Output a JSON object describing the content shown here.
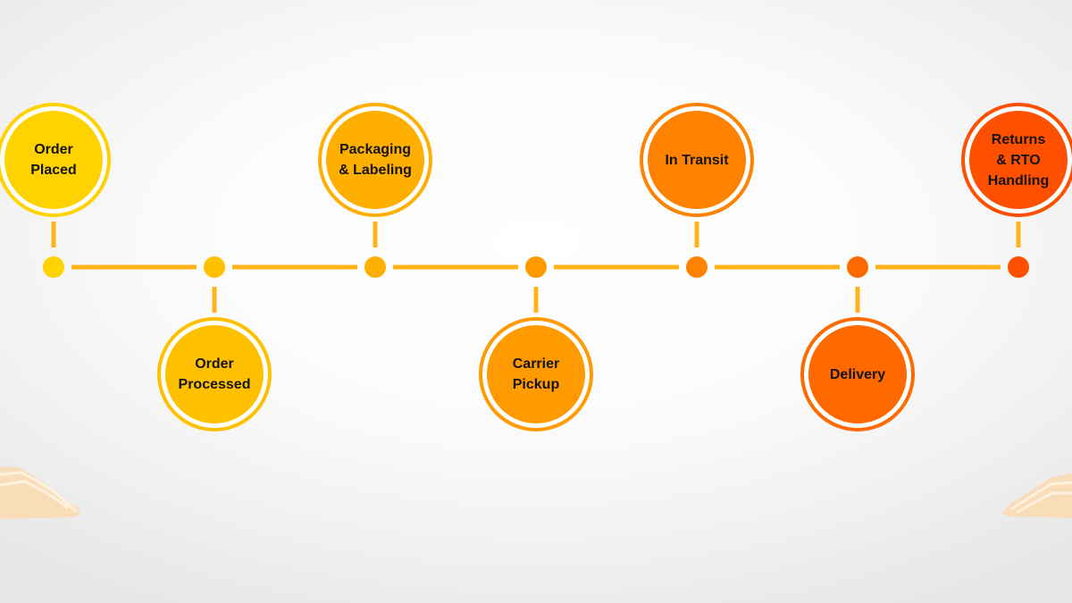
{
  "steps": [
    {
      "label": "Order\nPlaced",
      "color": "#ffd200",
      "side": "top"
    },
    {
      "label": "Order\nProcessed",
      "color": "#ffc000",
      "side": "bottom"
    },
    {
      "label": "Packaging\n& Labeling",
      "color": "#ffaf00",
      "side": "top"
    },
    {
      "label": "Carrier\nPickup",
      "color": "#ff9a00",
      "side": "bottom"
    },
    {
      "label": "In Transit",
      "color": "#ff8200",
      "side": "top"
    },
    {
      "label": "Delivery",
      "color": "#ff6a00",
      "side": "bottom"
    },
    {
      "label": "Returns\n& RTO\nHandling",
      "color": "#ff5000",
      "side": "top"
    }
  ],
  "line_color": "#ffb21a"
}
